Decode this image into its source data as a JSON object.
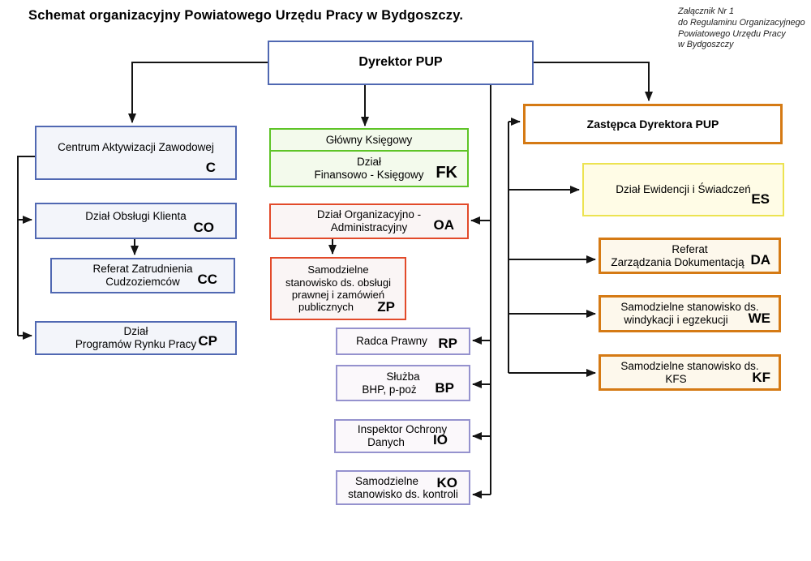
{
  "header": {
    "title": "Schemat organizacyjny Powiatowego Urzędu Pracy w Bydgoszczy.",
    "attachment": {
      "line1": "Załącznik Nr 1",
      "line2": "do Regulaminu Organizacyjnego",
      "line3": "Powiatowego Urzędu Pracy",
      "line4": "w Bydgoszczy"
    }
  },
  "palette": {
    "blue_border": "#5068b2",
    "blue_fill": "#f3f5fa",
    "green_border": "#5ec427",
    "green_fill": "#f3faec",
    "red_border": "#e24a2a",
    "red_fill": "#faf5f5",
    "purple_border": "#9592ce",
    "purple_fill": "#fbf8fb",
    "orange_border": "#d57a14",
    "orange_fill": "#fdf8ec",
    "yellow_border": "#ece351",
    "yellow_fill": "#fffce6",
    "line": "#141414",
    "text": "#000000"
  },
  "nodes": {
    "dyrektor": {
      "label": "Dyrektor PUP"
    },
    "caz": {
      "line1": "Centrum Aktywizacji Zawodowej",
      "code": "C"
    },
    "co": {
      "line1": "Dział Obsługi Klienta",
      "code": "CO"
    },
    "cc": {
      "line1": "Referat Zatrudnienia",
      "line2": "Cudzoziemców",
      "code": "CC"
    },
    "cp": {
      "line1": "Dział",
      "line2": "Programów Rynku Pracy",
      "code": "CP"
    },
    "gk": {
      "line1": "Główny Księgowy"
    },
    "fk": {
      "line1": "Dział",
      "line2": "Finansowo - Księgowy",
      "code": "FK"
    },
    "oa": {
      "line1": "Dział Organizacyjno -",
      "line2": "Administracyjny",
      "code": "OA"
    },
    "zp": {
      "line1": "Samodzielne",
      "line2": "stanowisko ds. obsługi",
      "line3": "prawnej i zamówień",
      "line4": "publicznych",
      "code": "ZP"
    },
    "rp": {
      "line1": "Radca Prawny",
      "code": "RP"
    },
    "bp": {
      "line1": "Służba",
      "line2": "BHP, p-poż",
      "code": "BP"
    },
    "io": {
      "line1": "Inspektor Ochrony",
      "line2": "Danych",
      "code": "IO"
    },
    "ko": {
      "line1": "Samodzielne",
      "line2": "stanowisko ds. kontroli",
      "code": "KO"
    },
    "zastepca": {
      "label": "Zastępca Dyrektora PUP"
    },
    "es": {
      "line1": "Dział Ewidencji i Świadczeń",
      "code": "ES"
    },
    "da": {
      "line1": "Referat",
      "line2": "Zarządzania Dokumentacją",
      "code": "DA"
    },
    "we": {
      "line1": "Samodzielne stanowisko ds.",
      "line2": "windykacji i egzekucji",
      "code": "WE"
    },
    "kf": {
      "line1": "Samodzielne stanowisko ds.",
      "line2": "KFS",
      "code": "KF"
    }
  }
}
